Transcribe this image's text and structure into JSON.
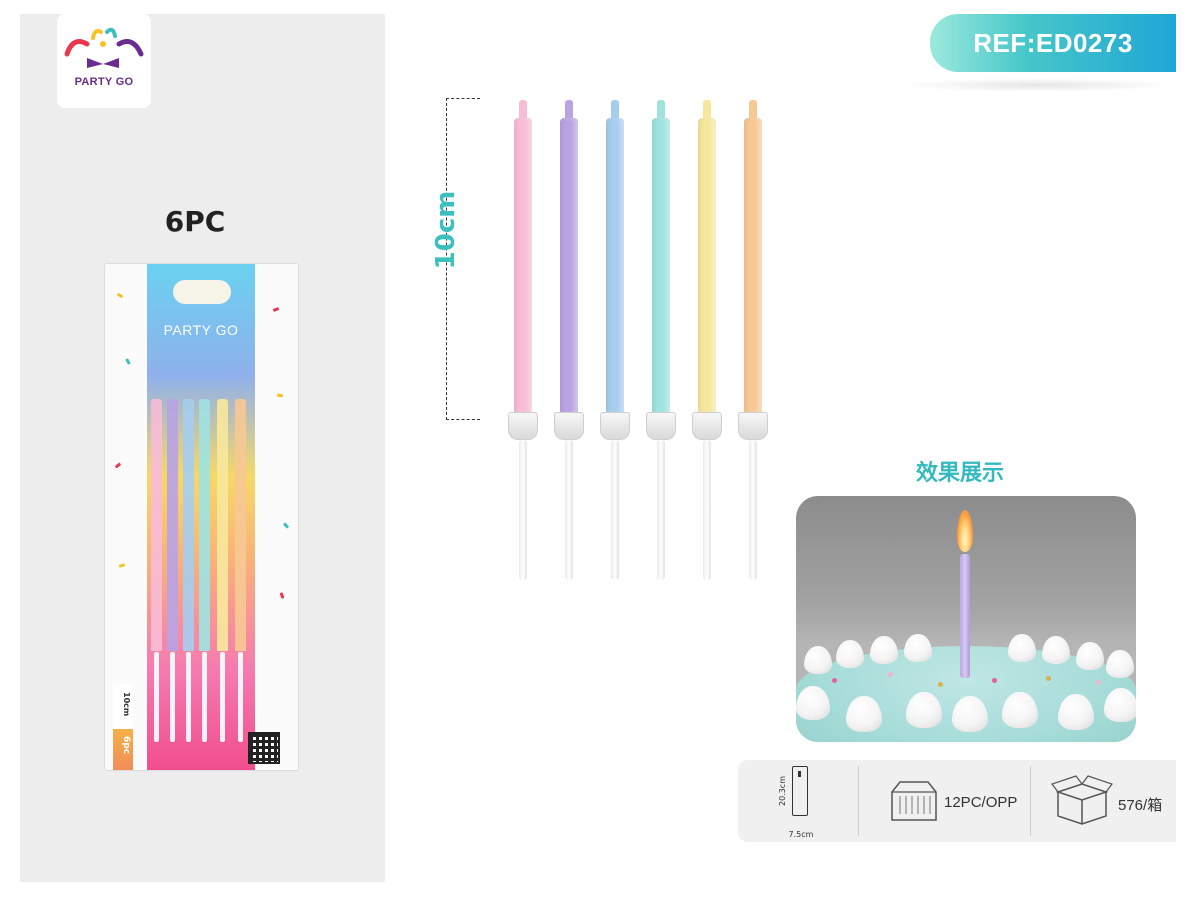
{
  "brand": {
    "name": "PARTY GO",
    "colors": {
      "purple": "#6a2c91",
      "red": "#e8374f",
      "yellow": "#f6c225",
      "teal": "#3bbfbf"
    }
  },
  "product": {
    "ref": "REF:ED0273",
    "quantity_label": "6PC",
    "height_label": "10cm",
    "pack_size_label": "10cm",
    "pack_count_label": "6pc",
    "candle_colors": [
      "#f7bcd6",
      "#b9a3e3",
      "#a6cdee",
      "#9fe2df",
      "#f6e79c",
      "#f6c894"
    ]
  },
  "effect": {
    "title": "效果展示"
  },
  "specs": {
    "height": "20.3cm",
    "width": "7.5cm",
    "inner_pack": "12PC/OPP",
    "carton": "576/箱",
    "icons": [
      "package-size-icon",
      "display-box-icon",
      "carton-box-icon"
    ]
  }
}
